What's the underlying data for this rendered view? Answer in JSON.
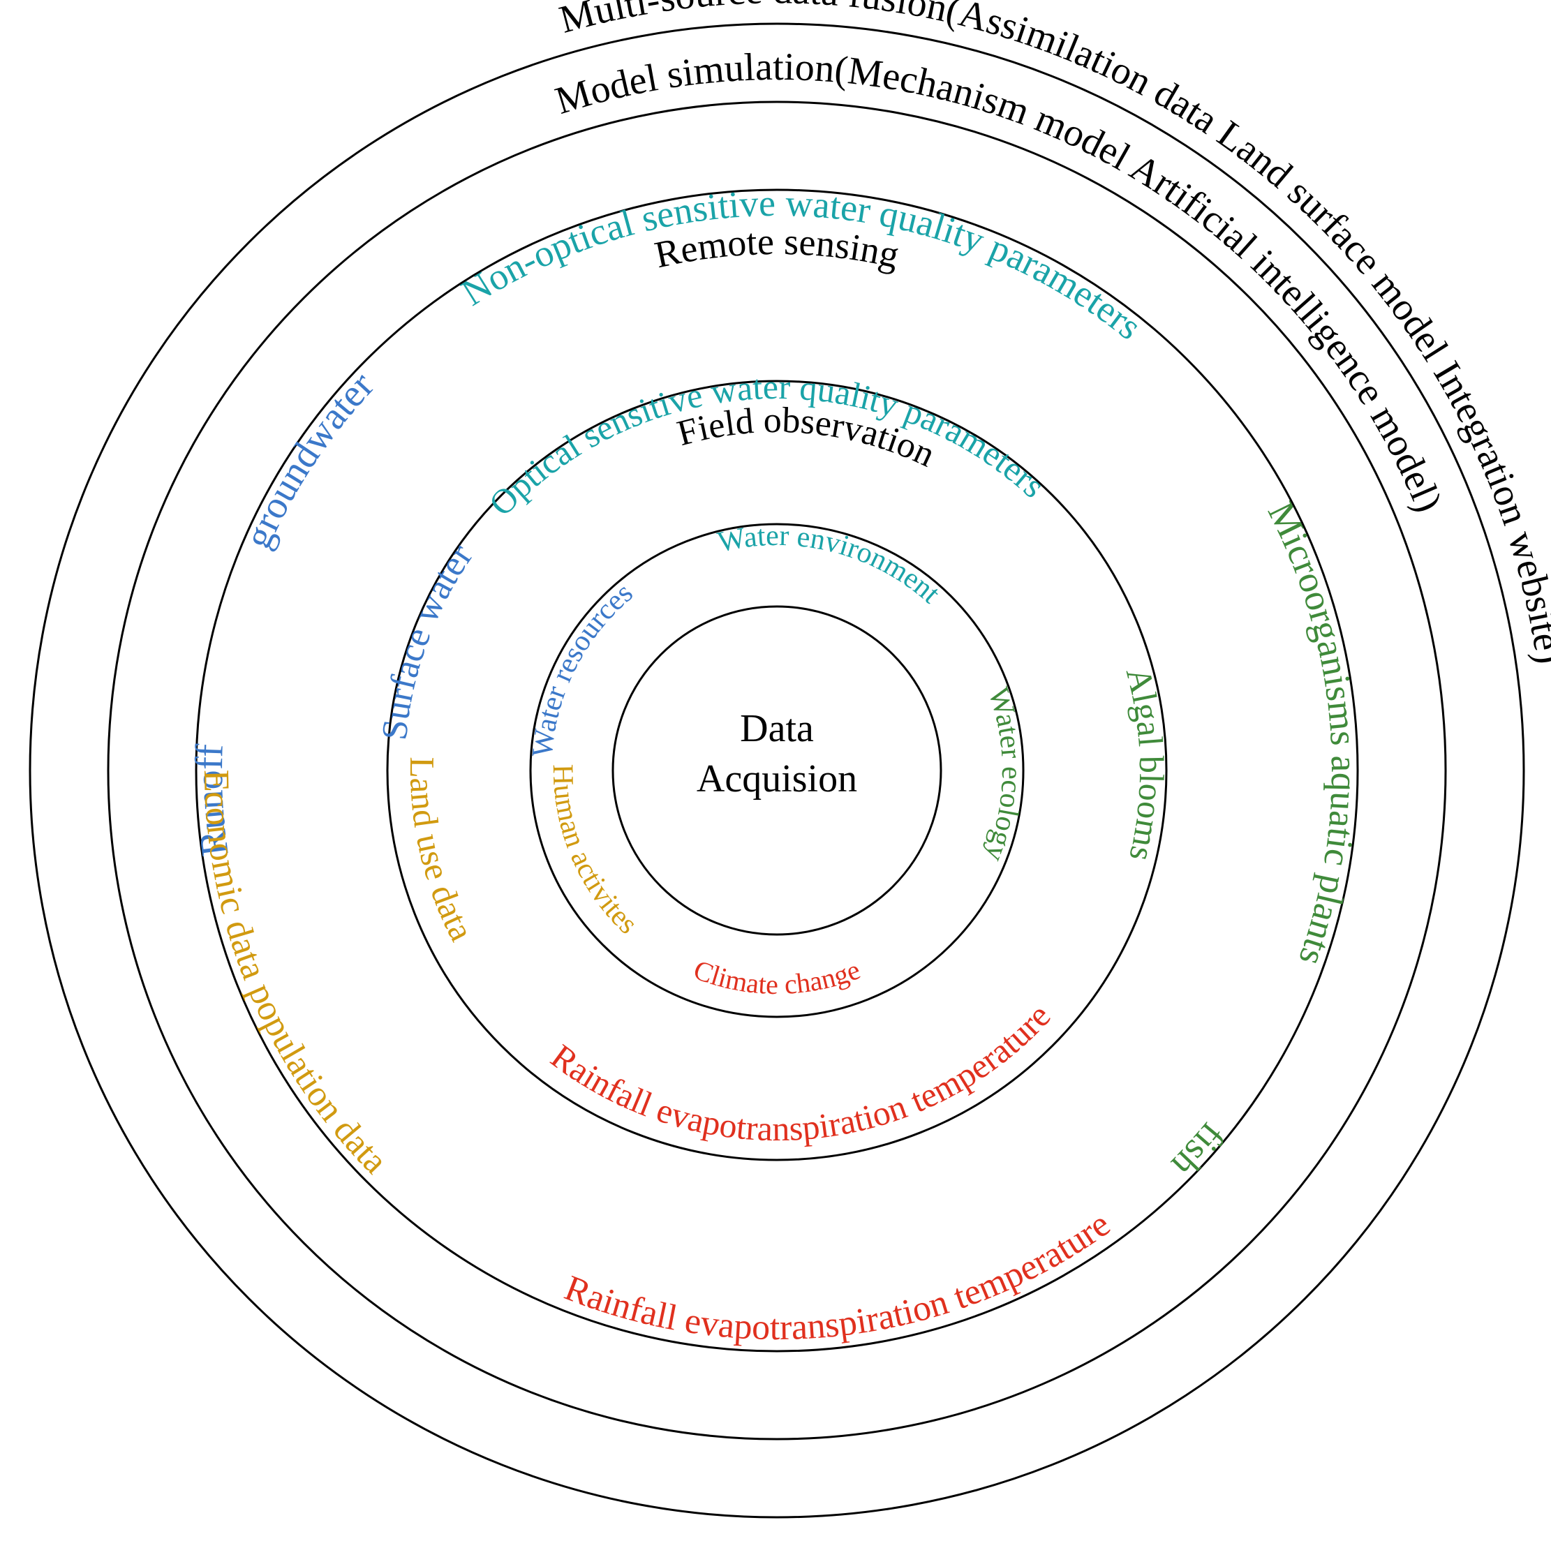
{
  "center": {
    "line1": "Data",
    "line2": "Acquision"
  },
  "colors": {
    "ring": "#000000",
    "black": "#000000",
    "teal": "#1aa3a8",
    "blue": "#3b78c9",
    "green": "#3f8a3a",
    "red": "#e0301e",
    "gold": "#d19a10"
  },
  "rings": [
    {
      "name": "multi-source-fusion",
      "labels": [
        {
          "id": "multi-source",
          "text": "Multi-source data fusion(Assimilation data Land surface model Integration website)",
          "color": "black"
        }
      ]
    },
    {
      "name": "model-simulation",
      "labels": [
        {
          "id": "model-sim",
          "text": "Model simulation(Mechanism model Artificial intelligence model)",
          "color": "black"
        }
      ]
    },
    {
      "name": "remote-sensing",
      "labels": [
        {
          "id": "rs-runoff",
          "text": "Runoff",
          "color": "blue"
        },
        {
          "id": "rs-groundwater",
          "text": "groundwater",
          "color": "blue"
        },
        {
          "id": "rs-nonoptical",
          "text": "Non-optical sensitive water quality parameters",
          "color": "teal"
        },
        {
          "id": "rs-title",
          "text": "Remote sensing",
          "color": "black"
        },
        {
          "id": "rs-micro",
          "text": "Microorganisms aquatic plants",
          "color": "green"
        },
        {
          "id": "rs-fish",
          "text": "fish",
          "color": "green"
        },
        {
          "id": "rs-rainfall",
          "text": "Rainfall evapotranspiration temperature",
          "color": "red"
        },
        {
          "id": "rs-economic",
          "text": "Economic data population data",
          "color": "gold"
        }
      ]
    },
    {
      "name": "field-observation",
      "labels": [
        {
          "id": "fo-surface",
          "text": "Surface water",
          "color": "blue"
        },
        {
          "id": "fo-optical",
          "text": "Optical sensitive water quality parameters",
          "color": "teal"
        },
        {
          "id": "fo-title",
          "text": "Field observation",
          "color": "black"
        },
        {
          "id": "fo-algal",
          "text": "Algal blooms",
          "color": "green"
        },
        {
          "id": "fo-rainfall",
          "text": "Rainfall evapotranspiration temperature",
          "color": "red"
        },
        {
          "id": "fo-landuse",
          "text": "Land use data",
          "color": "gold"
        }
      ]
    },
    {
      "name": "core",
      "labels": [
        {
          "id": "c-resources",
          "text": "Water resources",
          "color": "blue"
        },
        {
          "id": "c-environment",
          "text": "Water environment",
          "color": "teal"
        },
        {
          "id": "c-ecology",
          "text": "Water ecology",
          "color": "green"
        },
        {
          "id": "c-climate",
          "text": "Climate change",
          "color": "red"
        },
        {
          "id": "c-human",
          "text": "Human activites",
          "color": "gold"
        }
      ]
    }
  ]
}
